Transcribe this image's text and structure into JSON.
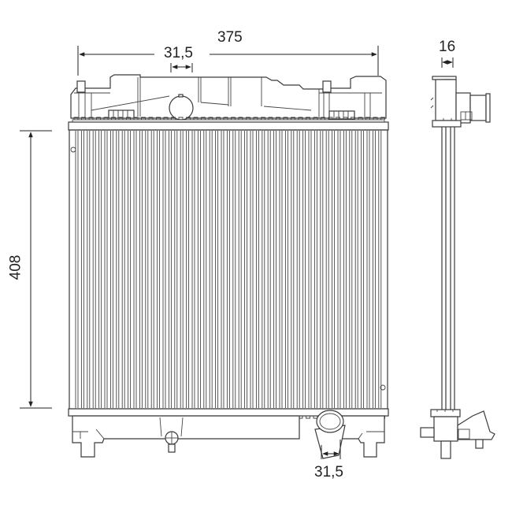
{
  "diagram": {
    "subject": "Radiator technical drawing",
    "views": [
      "front-view",
      "side-view"
    ],
    "dimensions": {
      "overall_width": {
        "value": "375"
      },
      "top_inlet_diameter": {
        "value": "31,5"
      },
      "core_height": {
        "value": "408"
      },
      "depth": {
        "value": "16"
      },
      "bottom_outlet_diameter": {
        "value": "31,5"
      }
    },
    "colors": {
      "line": "#3a3a3a",
      "background": "#ffffff"
    }
  }
}
